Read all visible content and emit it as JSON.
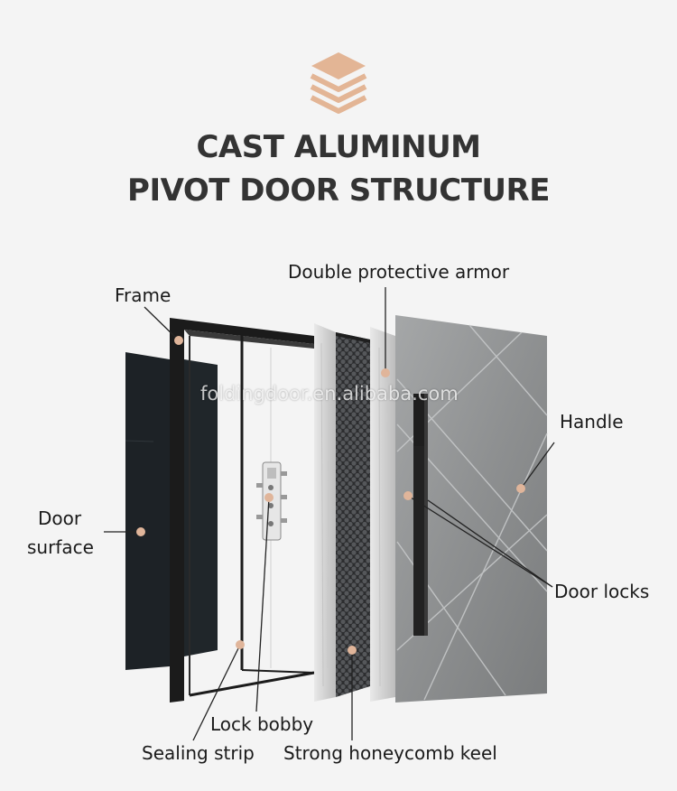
{
  "title_lines": [
    "CAST ALUMINUM",
    "PIVOT DOOR STRUCTURE"
  ],
  "watermark": "foldingdoor.en.alibaba.com",
  "labels": {
    "frame": "Frame",
    "double_protective_armor": "Double protective armor",
    "handle": "Handle",
    "door_surface_line1": "Door",
    "door_surface_line2": "surface",
    "door_locks": "Door locks",
    "lock_bobby": "Lock bobby",
    "sealing_strip": "Sealing strip",
    "strong_honeycomb_keel": "Strong honeycomb keel"
  },
  "colors": {
    "background": "#f4f4f4",
    "title": "#333333",
    "marker": "#e0b59a",
    "logo": "#e3b595",
    "door_panel_dark": "#1f2428",
    "door_grey": "#8d8f90",
    "frame_black": "#1b1b1b",
    "honeycomb": "#3a3b3d"
  },
  "icons": [
    "layers-icon"
  ]
}
